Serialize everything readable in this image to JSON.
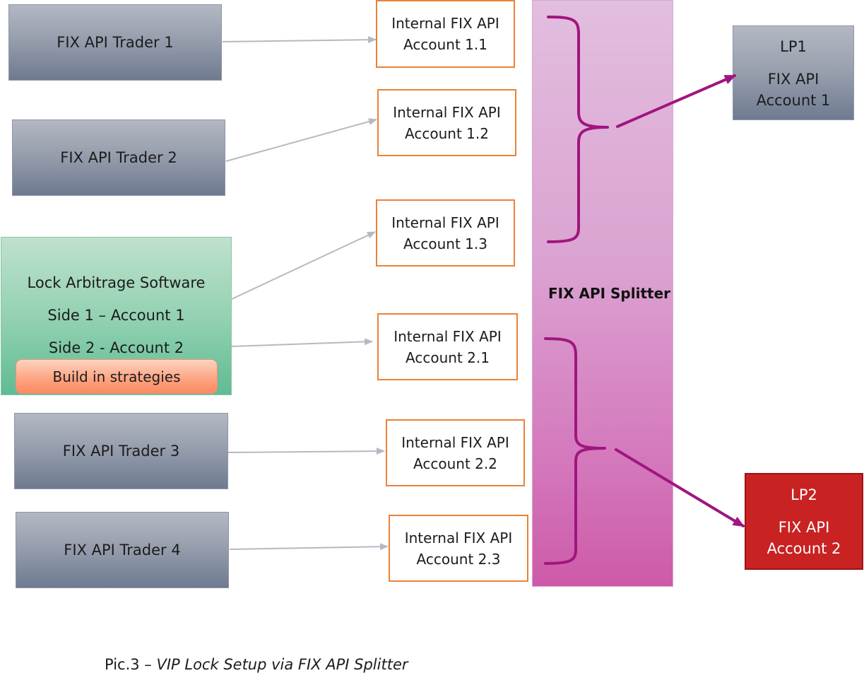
{
  "traders": [
    {
      "label": "FIX API Trader 1"
    },
    {
      "label": "FIX API Trader 2"
    },
    {
      "label": "FIX API Trader 3"
    },
    {
      "label": "FIX API Trader 4"
    }
  ],
  "lock_software": {
    "title": "Lock Arbitrage Software",
    "side1": "Side 1 – Account 1",
    "side2": "Side 2 - Account 2",
    "strategies": "Build in strategies"
  },
  "internal_accounts": [
    {
      "line1": "Internal FIX API",
      "line2": "Account 1.1"
    },
    {
      "line1": "Internal FIX API",
      "line2": "Account 1.2"
    },
    {
      "line1": "Internal FIX API",
      "line2": "Account 1.3"
    },
    {
      "line1": "Internal FIX API",
      "line2": "Account 2.1"
    },
    {
      "line1": "Internal FIX API",
      "line2": "Account 2.2"
    },
    {
      "line1": "Internal FIX API",
      "line2": "Account 2.3"
    }
  ],
  "splitter": {
    "label": "FIX API Splitter"
  },
  "lp1": {
    "name": "LP1",
    "line1": "FIX API",
    "line2": "Account 1"
  },
  "lp2": {
    "name": "LP2",
    "line1": "FIX API",
    "line2": "Account 2"
  },
  "caption": {
    "prefix": "Pic.3 – ",
    "title": "VIP Lock Setup via FIX API Splitter"
  },
  "colors": {
    "account_border": "#e8833a",
    "connector_gray": "#b4b9c3",
    "brace_purple": "#a0157e",
    "lp2_red": "#c92222"
  }
}
